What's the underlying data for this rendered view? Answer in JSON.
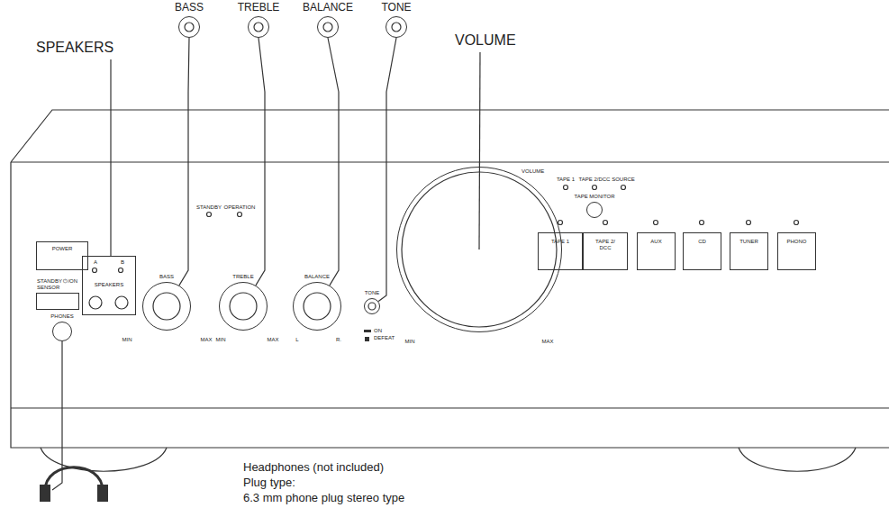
{
  "diagram": {
    "nodes": [
      {
        "text": [
          "BASS"
        ]
      },
      {
        "text": [
          "TREBLE"
        ]
      },
      {
        "text": [
          "BALANCE"
        ]
      },
      {
        "text": [
          "TONE"
        ]
      },
      {
        "text": [
          "POWER"
        ]
      },
      {
        "text": [
          "STANDBY ⏻/ON SENSOR"
        ]
      },
      {
        "text": [
          "A",
          "B",
          "SPEAKERS"
        ]
      },
      {
        "text": [
          "PHONES"
        ]
      },
      {
        "text": [
          "BASS"
        ]
      },
      {
        "text": [
          "TREBLE"
        ]
      },
      {
        "text": [
          "BALANCE"
        ]
      },
      {
        "text": [
          "TONE"
        ]
      },
      {
        "text": [
          "VOLUME"
        ]
      },
      {
        "text": [
          "TAPE MONITOR"
        ]
      },
      {
        "text": [
          "TAPE 1"
        ]
      },
      {
        "text": [
          "TAPE 2/ DCC"
        ]
      },
      {
        "text": [
          "AUX"
        ]
      },
      {
        "text": [
          "CD"
        ]
      },
      {
        "text": [
          "TUNER"
        ]
      },
      {
        "text": [
          "PHONO"
        ]
      }
    ],
    "edges": [
      {
        "from": 0,
        "to": 8,
        "arrow": "none"
      },
      {
        "from": 1,
        "to": 9,
        "arrow": "none"
      },
      {
        "from": 2,
        "to": 10,
        "arrow": "none"
      },
      {
        "from": 3,
        "to": 11,
        "arrow": "none"
      }
    ],
    "labels": [
      "SPEAKERS",
      "VOLUME",
      "STANDBY",
      "OPERATION",
      "MIN",
      "MAX",
      "MIN",
      "MAX",
      "L",
      "R.",
      "ON",
      "DEFEAT",
      "MIN",
      "MAX",
      "TAPE 1",
      "TAPE 2/DCC",
      "SOURCE",
      "Headphones (not included)",
      "Plug type:",
      "6.3 mm phone plug stereo type"
    ]
  }
}
